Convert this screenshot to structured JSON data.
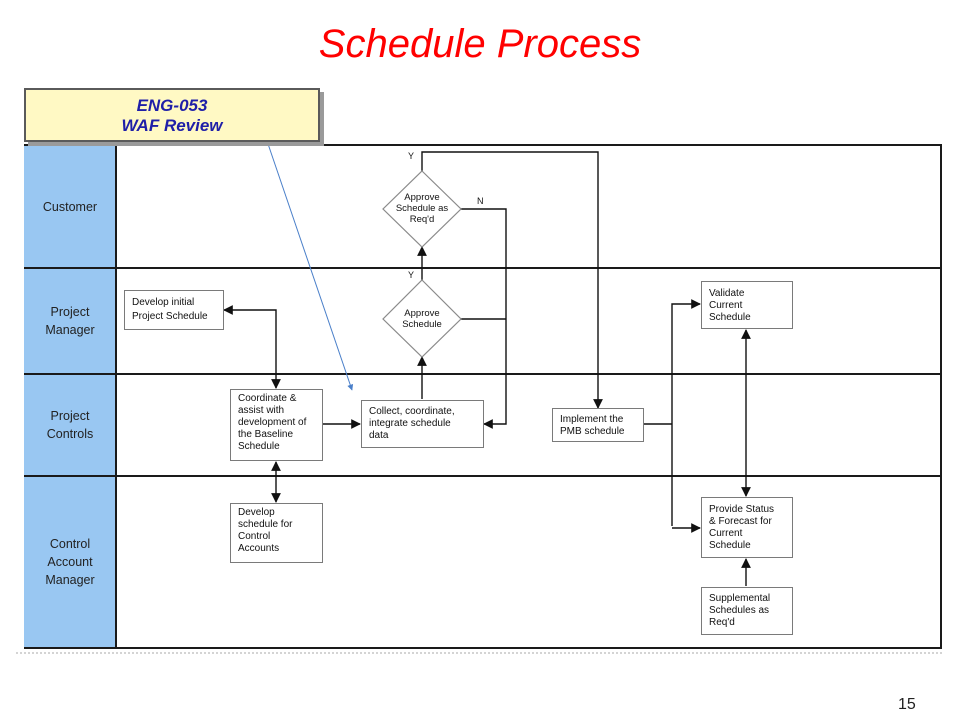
{
  "title": "Schedule Process",
  "callout": {
    "line1": "ENG-053",
    "line2": "WAF Review"
  },
  "lanes": [
    {
      "label": "Customer"
    },
    {
      "label": "Project\nManager"
    },
    {
      "label": "Project\nControls"
    },
    {
      "label": "Control\nAccount\nManager"
    }
  ],
  "boxes": {
    "develop_initial": [
      "Develop initial",
      "Project Schedule"
    ],
    "coordinate": [
      "Coordinate &",
      "assist with",
      "development of",
      "the Baseline",
      "Schedule"
    ],
    "develop_cam": [
      "Develop",
      "schedule for",
      "Control",
      "Accounts"
    ],
    "collect": [
      "Collect, coordinate,",
      "integrate schedule",
      "data"
    ],
    "implement": [
      "Implement the",
      "PMB schedule"
    ],
    "validate": [
      "Validate",
      "Current",
      "Schedule"
    ],
    "provide_status": [
      "Provide Status",
      "& Forecast for",
      "Current",
      "Schedule"
    ],
    "supplemental": [
      "Supplemental",
      "Schedules as",
      "Req'd"
    ]
  },
  "decisions": {
    "approve_customer": [
      "Approve",
      "Schedule as",
      "Req'd"
    ],
    "approve_pm": [
      "Approve",
      "Schedule"
    ]
  },
  "branch_labels": {
    "y_top": "Y",
    "n_top": "N",
    "y_mid": "Y"
  },
  "page_number": "15"
}
